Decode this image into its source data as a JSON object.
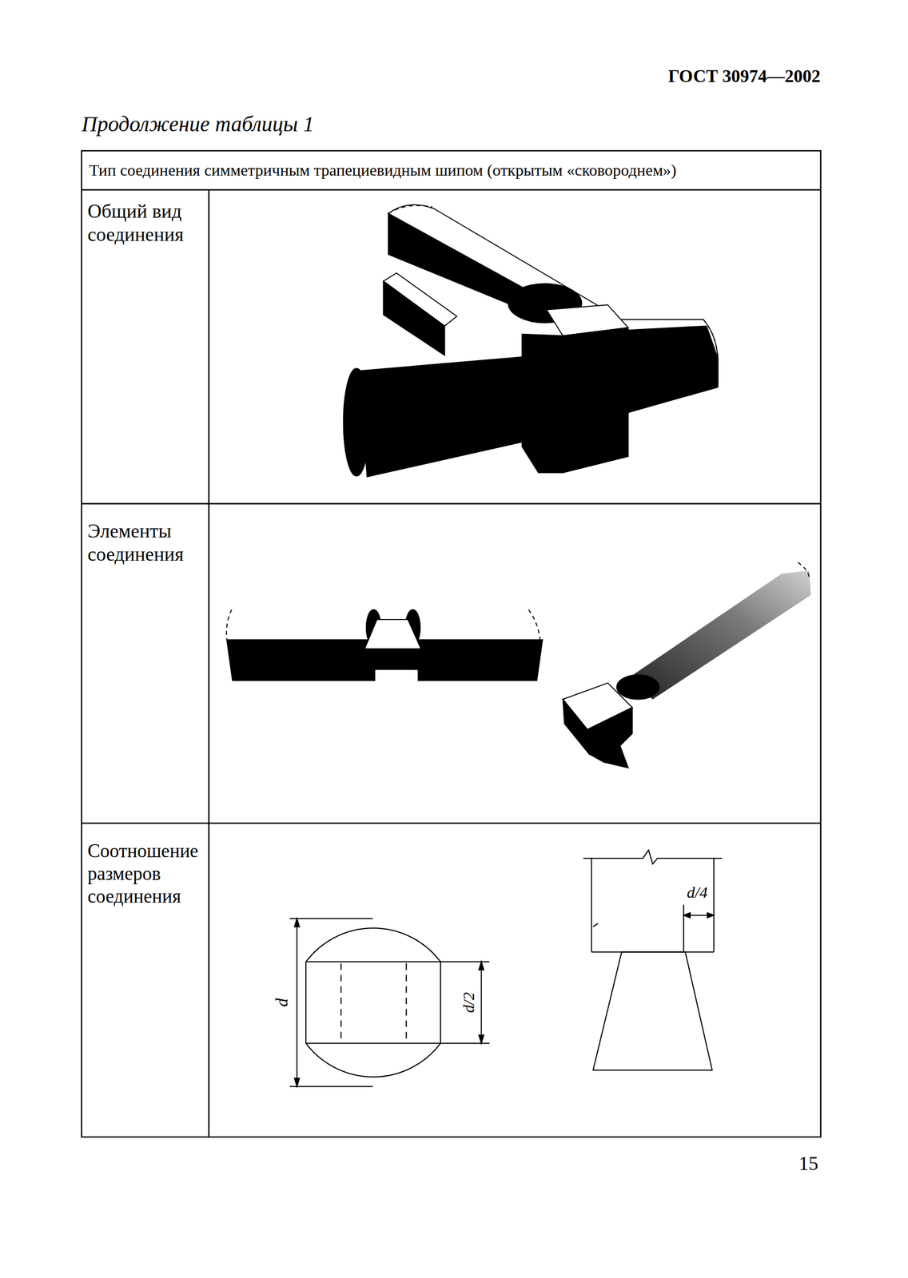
{
  "diagram": {
    "labels": [
      "ГОСТ 30974—2002",
      "Продолжение таблицы 1",
      "Тип соединения симметричным трапециевидным шипом (открытым «сковороднем»)",
      "Общий вид соединения",
      "Элементы соединения",
      "Соотношение размеров соединения",
      "d",
      "d/2",
      "d/4",
      "15"
    ]
  }
}
